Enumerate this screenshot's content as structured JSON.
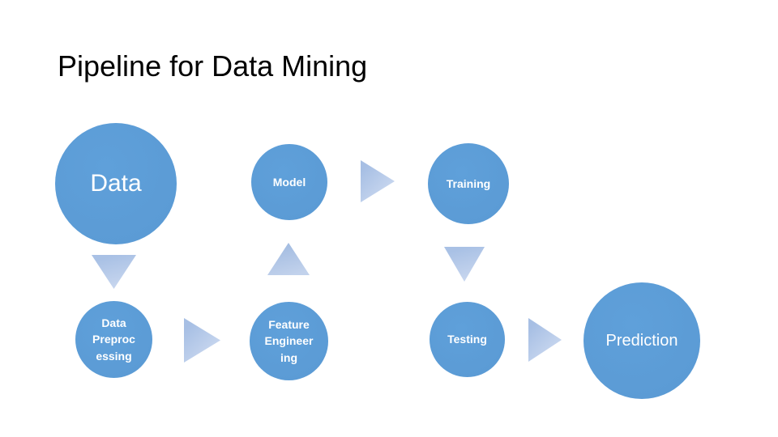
{
  "slide": {
    "title": "Pipeline for Data Mining",
    "background_color": "#ffffff",
    "title_color": "#000000"
  },
  "diagram": {
    "node_fill_color": "#5b9bd5",
    "node_text_color": "#ffffff",
    "arrow_fill_color": "#b0c6e7",
    "nodes": [
      {
        "id": "data",
        "label": "Data"
      },
      {
        "id": "model",
        "label": "Model"
      },
      {
        "id": "training",
        "label": "Training"
      },
      {
        "id": "data-preprocessing",
        "label": "Data\nPreproc\nessing"
      },
      {
        "id": "feature-engineering",
        "label": "Feature\nEngineer\ning"
      },
      {
        "id": "testing",
        "label": "Testing"
      },
      {
        "id": "prediction",
        "label": "Prediction"
      }
    ],
    "arrows": [
      {
        "from": "data",
        "to": "data-preprocessing",
        "direction": "down"
      },
      {
        "from": "data-preprocessing",
        "to": "feature-engineering",
        "direction": "right"
      },
      {
        "from": "feature-engineering",
        "to": "model",
        "direction": "up"
      },
      {
        "from": "model",
        "to": "training",
        "direction": "right"
      },
      {
        "from": "training",
        "to": "testing",
        "direction": "down"
      },
      {
        "from": "testing",
        "to": "prediction",
        "direction": "right"
      }
    ]
  }
}
